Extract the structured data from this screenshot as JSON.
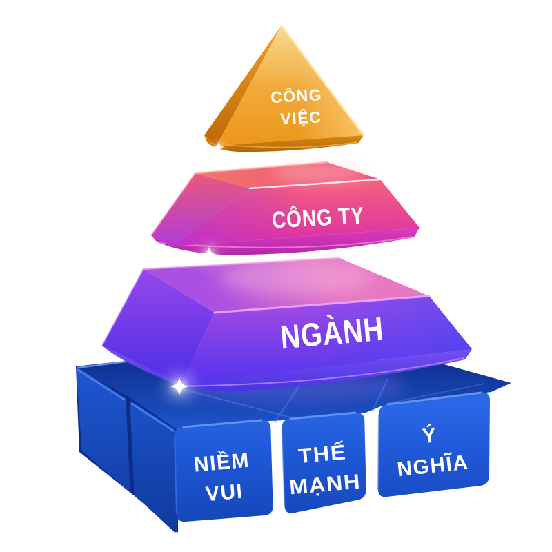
{
  "background_color": "#ffffff",
  "diagram": {
    "name": "career-pyramid-infographic",
    "type": "3d-pyramid",
    "text_color": "#ffffff",
    "levels": [
      {
        "id": "cong-viec",
        "position": "top",
        "shape": "pyramid",
        "color_light": "#f8d88c",
        "color_main": "#f0a73a",
        "color_dark": "#c06d06",
        "lines": [
          "CÔNG",
          "VIỆC"
        ]
      },
      {
        "id": "cong-ty",
        "position": "second",
        "shape": "frustum",
        "color_light": "#f3756d",
        "color_main": "#ec4094",
        "color_dark": "#b13ad8",
        "label": "CÔNG TY"
      },
      {
        "id": "nganh",
        "position": "third",
        "shape": "frustum",
        "color_light": "#e777c0",
        "color_main": "#7a3ce8",
        "color_dark": "#4a2ee6",
        "label": "NGÀNH"
      },
      {
        "id": "base-blocks",
        "position": "bottom",
        "shape": "blocks",
        "color_light": "#2a67e6",
        "color_main": "#1d55d2",
        "color_dark": "#0f3a9e",
        "blocks": [
          {
            "id": "niem-vui",
            "lines": [
              "NIỀM",
              "VUI"
            ]
          },
          {
            "id": "the-manh",
            "lines": [
              "THẾ",
              "MẠNH"
            ]
          },
          {
            "id": "y-nghia",
            "lines": [
              "Ý",
              "NGHĨA"
            ]
          }
        ]
      }
    ],
    "sparkle_color": "#ffffff"
  }
}
